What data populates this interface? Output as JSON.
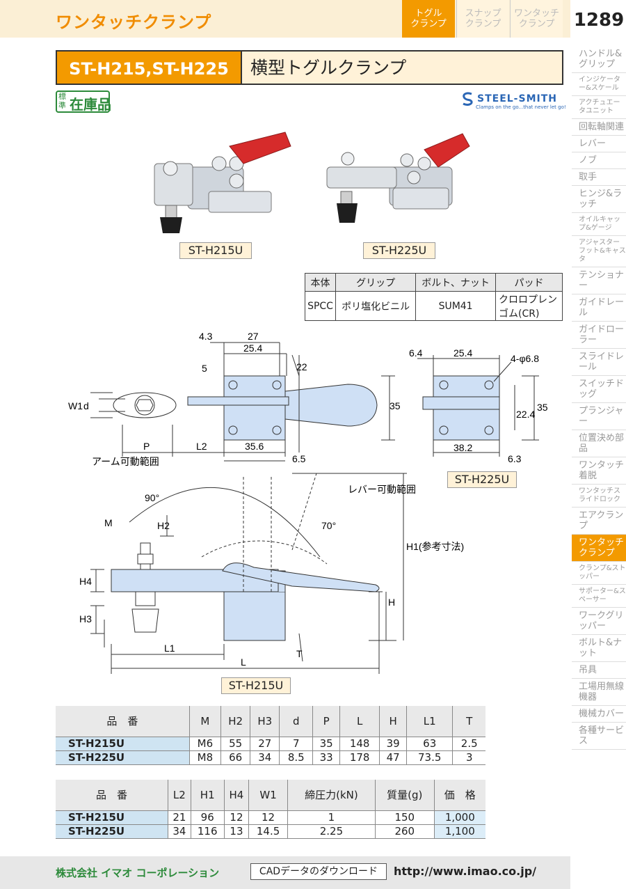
{
  "header": {
    "title": "ワンタッチクランプ",
    "tabs": [
      {
        "line1": "トグル",
        "line2": "クランプ"
      },
      {
        "line1": "スナップ",
        "line2": "クランプ"
      },
      {
        "line1": "ワンタッチ",
        "line2": "クランプ"
      }
    ],
    "page_number": "1289"
  },
  "product": {
    "codes": "ST-H215,ST-H225",
    "name": "横型トグルクランプ",
    "stock_small": "標準",
    "stock_label": "在庫品",
    "brand": "STEEL-SMITH",
    "brand_tagline": "Clamps on the go...that never let go!",
    "photo_captions": [
      "ST-H215U",
      "ST-H225U"
    ]
  },
  "materials": {
    "headers": [
      "本体",
      "グリップ",
      "ボルト、ナット",
      "パッド"
    ],
    "values": [
      "SPCC",
      "ポリ塩化ビニル",
      "SUM41",
      "クロロプレンゴム(CR)"
    ]
  },
  "drawing": {
    "caption_215": "ST-H215U",
    "caption_225": "ST-H225U",
    "top_dims": [
      "4.3",
      "27",
      "25.4",
      "5",
      "22",
      "35",
      "P",
      "L2",
      "35.6",
      "6.5"
    ],
    "top_labels": [
      "W1",
      "d"
    ],
    "right_dims": [
      "6.4",
      "25.4",
      "4-φ6.8",
      "22.4",
      "35",
      "38.2",
      "6.3"
    ],
    "side_labels": {
      "arm_range": "アーム可動範囲",
      "angle90": "90°",
      "lever_range": "レバー可動範囲",
      "angle70": "70°",
      "M": "M",
      "H2": "H2",
      "H4": "H4",
      "H3": "H3",
      "H1ref": "H1(参考寸法)",
      "H": "H",
      "L1": "L1",
      "L": "L",
      "T": "T"
    }
  },
  "spec1": {
    "headers": [
      "品　番",
      "M",
      "H2",
      "H3",
      "d",
      "P",
      "L",
      "H",
      "L1",
      "T"
    ],
    "rows": [
      [
        "ST-H215U",
        "M6",
        "55",
        "27",
        "7",
        "35",
        "148",
        "39",
        "63",
        "2.5"
      ],
      [
        "ST-H225U",
        "M8",
        "66",
        "34",
        "8.5",
        "33",
        "178",
        "47",
        "73.5",
        "3"
      ]
    ]
  },
  "spec2": {
    "headers": [
      "品　番",
      "L2",
      "H1",
      "H4",
      "W1",
      "締圧力(kN)",
      "質量(g)",
      "価　格"
    ],
    "rows": [
      [
        "ST-H215U",
        "21",
        "96",
        "12",
        "12",
        "1",
        "150",
        "1,000"
      ],
      [
        "ST-H225U",
        "34",
        "116",
        "13",
        "14.5",
        "2.25",
        "260",
        "1,100"
      ]
    ]
  },
  "sidebar": [
    "ハンドル&グリップ",
    "インジケーター&スケール",
    "アクチュエータユニット",
    "回転軸関連",
    "レバー",
    "ノブ",
    "取手",
    "ヒンジ&ラッチ",
    "オイルキャップ&ゲージ",
    "アジャスターフット&キャスタ",
    "テンショナー",
    "ガイドレール",
    "ガイドローラー",
    "スライドレール",
    "スイッチドッグ",
    "プランジャー",
    "位置決め部品",
    "ワンタッチ着脱",
    "ワンタッチスライドロック",
    "エアクランプ",
    "ワンタッチクランプ",
    "クランプ&ストッパー",
    "サポーター&スペーサー",
    "ワークグリッパー",
    "ボルト&ナット",
    "吊具",
    "工場用無線機器",
    "機械カバー",
    "各種サービス"
  ],
  "footer": {
    "company": "株式会社 イマオ コーポレーション",
    "cad": "CADデータのダウンロード",
    "url": "http://www.imao.co.jp/"
  },
  "colors": {
    "accent": "#f39a00",
    "stock_green": "#2c8a3a",
    "brand_blue": "#2a66b5",
    "part_blue": "#cfe0f5"
  }
}
